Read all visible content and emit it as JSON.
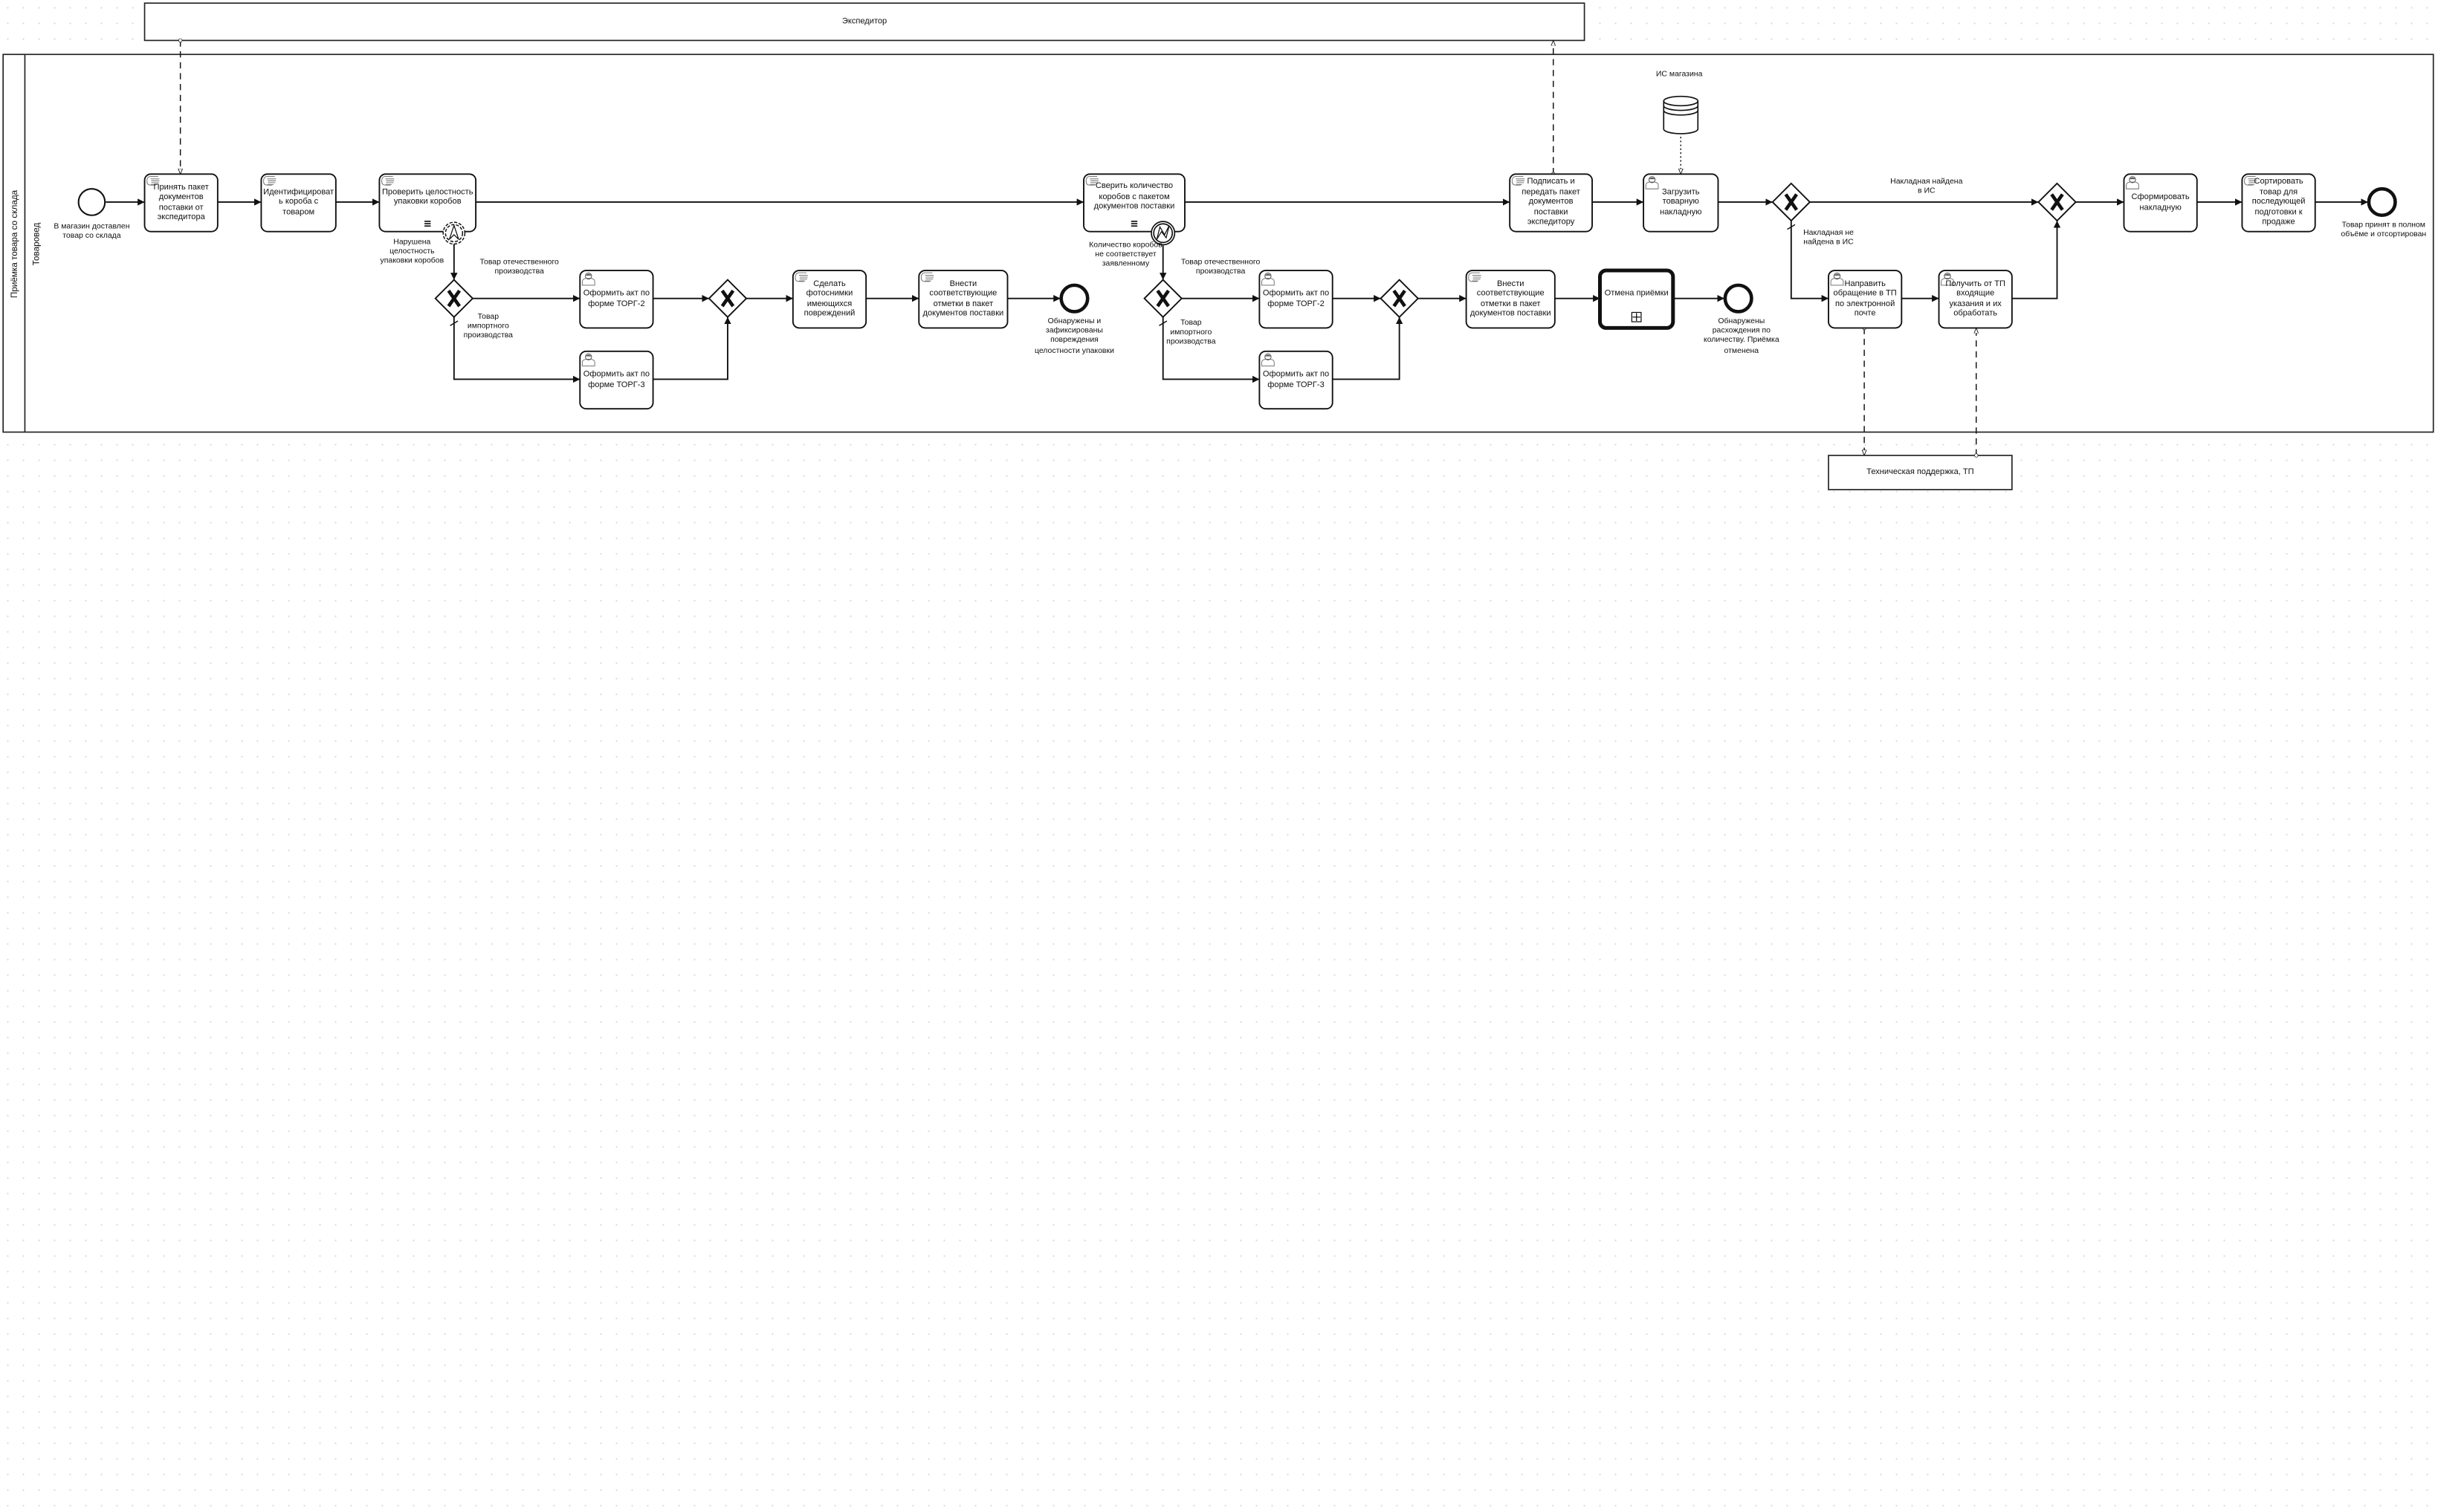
{
  "pools": {
    "expeditor": "Экспедитор",
    "main": "Приёмка товара со склада",
    "support": "Техническая поддержка, ТП"
  },
  "lanes": {
    "merchandiser": "Товаровед"
  },
  "data_store": {
    "label": "ИС магазина"
  },
  "tasks": {
    "t_accept_docs": {
      "label": "Принять пакет документов поставки от экспедитора",
      "type": "manual"
    },
    "t_identify": {
      "label": "Идентифицировать короба с товаром",
      "type": "manual"
    },
    "t_check_pack": {
      "label": "Проверить целостность упаковки коробов",
      "type": "manual",
      "marker": "multi-instance"
    },
    "t_torg2_a": {
      "label": "Оформить акт по форме ТОРГ-2",
      "type": "user"
    },
    "t_torg3_a": {
      "label": "Оформить акт по форме ТОРГ-3",
      "type": "user"
    },
    "t_photo": {
      "label": "Сделать фотоснимки имеющихся повреждений",
      "type": "manual"
    },
    "t_mark_a": {
      "label": "Внести соответствующие отметки в пакет документов поставки",
      "type": "manual"
    },
    "t_count": {
      "label": "Сверить количество коробов с пакетом документов поставки",
      "type": "manual",
      "marker": "multi-instance"
    },
    "t_torg2_b": {
      "label": "Оформить акт по форме ТОРГ-2",
      "type": "user"
    },
    "t_torg3_b": {
      "label": "Оформить акт по форме ТОРГ-3",
      "type": "user"
    },
    "t_mark_b": {
      "label": "Внести соответствующие отметки в пакет документов поставки",
      "type": "manual"
    },
    "t_cancel": {
      "label": "Отмена приёмки",
      "type": "subprocess"
    },
    "t_sign": {
      "label": "Подписать и передать пакет документов поставки экспедитору",
      "type": "manual"
    },
    "t_load": {
      "label": "Загрузить товарную накладную",
      "type": "user"
    },
    "t_request": {
      "label": "Направить обращение в ТП по электронной почте",
      "type": "user"
    },
    "t_receive": {
      "label": "Получить от ТП входящие указания и их обработать",
      "type": "user"
    },
    "t_form": {
      "label": "Сформировать накладную",
      "type": "user"
    },
    "t_sort": {
      "label": "Сортировать товар для последующей подготовки к продаже",
      "type": "manual"
    }
  },
  "events": {
    "e_start": {
      "label": "В магазин доставлен товар со склада",
      "type": "start"
    },
    "e_end_damage": {
      "label": "Обнаружены и зафиксированы повреждения целостности упаковки",
      "type": "end"
    },
    "e_end_cancel": {
      "label": "Обнаружены расхождения по количеству. Приёмка отменена",
      "type": "end"
    },
    "e_end_ok": {
      "label": "Товар принят в полном объёме и отсортирован",
      "type": "end"
    },
    "b_escalation": {
      "label": "Нарушена целостность упаковки коробов",
      "type": "boundary-escalation"
    },
    "b_error": {
      "label": "Количество коробов не соответствует заявленному",
      "type": "boundary-error"
    }
  },
  "gateways": [
    "g1",
    "g2",
    "g3",
    "g4",
    "g5",
    "g6"
  ],
  "flow_labels": {
    "g1_domestic": "Товар отечественного производства",
    "g1_import": "Товар импортного производства",
    "g3_domestic": "Товар отечественного производства",
    "g3_import": "Товар импортного производства",
    "g5_found": "Накладная найдена в ИС",
    "g5_not_found": "Накладная не найдена в ИС"
  }
}
